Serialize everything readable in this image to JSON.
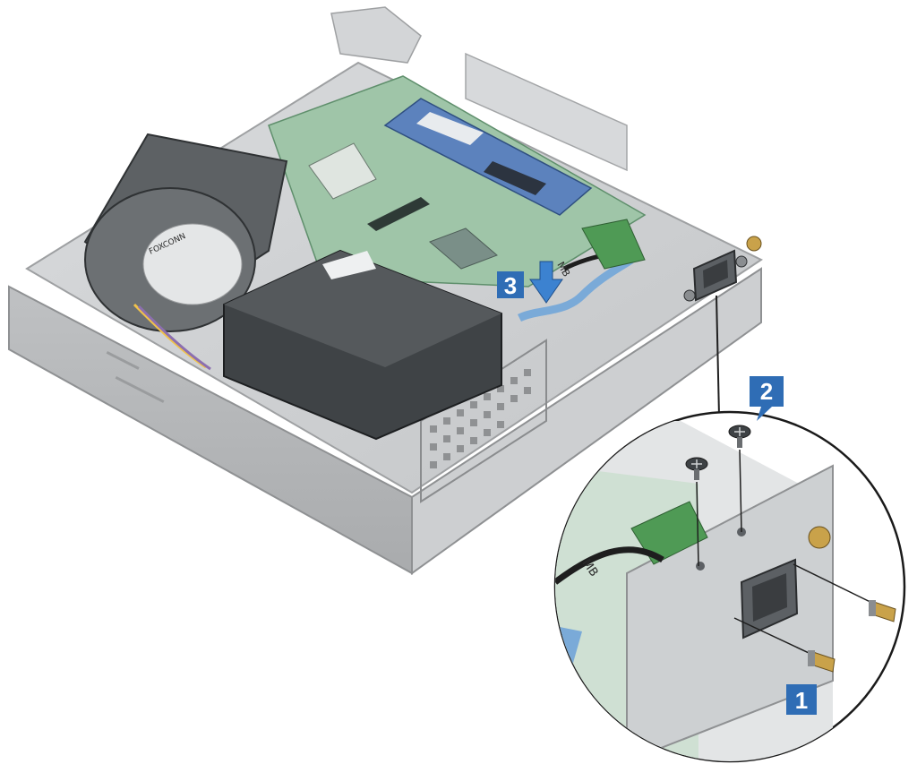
{
  "diagram": {
    "callouts": [
      {
        "id": "1",
        "label": "1",
        "meaning": "screw-standoffs"
      },
      {
        "id": "2",
        "label": "2",
        "meaning": "screws"
      },
      {
        "id": "3",
        "label": "3",
        "meaning": "push-cable-connector"
      }
    ],
    "component_labels": {
      "fan_brand": "FOXCONN",
      "cable_tag_main": "MB",
      "cable_tag_zoom": "MB"
    },
    "colors": {
      "callout_fill": "#2f6db5",
      "arrow_fill": "#3c82d0",
      "chassis": "#c9cbcd",
      "board_green": "#7fae8a",
      "ssd_blue": "#4f78b6",
      "cable_blue": "#7aaad8",
      "leader_line": "#1f1f1f"
    }
  }
}
